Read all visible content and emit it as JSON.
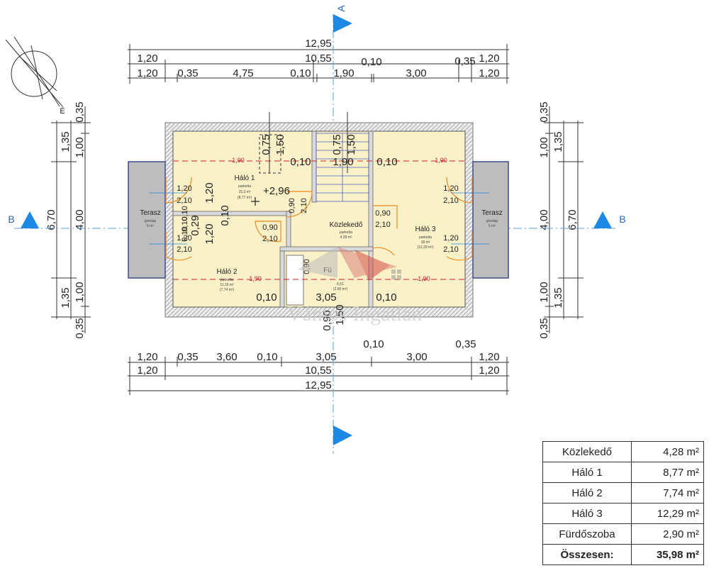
{
  "dimensions": {
    "top_total": "12,95",
    "top_row2": [
      "1,20",
      "10,55",
      "0,10",
      "0,35",
      "1,20"
    ],
    "top_row3": [
      "1,20",
      "0,35",
      "4,75",
      "0,10",
      "1,90",
      "3,00",
      "1,20"
    ],
    "bottom_row1": [
      "0,10",
      "0,35"
    ],
    "bottom_row2": [
      "1,20",
      "0,35",
      "3,60",
      "0,10",
      "3,05",
      "3,00",
      "1,20"
    ],
    "bottom_row3": [
      "1,20",
      "10,55",
      "1,20"
    ],
    "bottom_total": "12,95",
    "left_outer": [
      "1,35",
      "6,70",
      "1,35"
    ],
    "left_mid": [
      "1,00",
      "4,00",
      "1,00"
    ],
    "left_inner": [
      "0,35",
      "0,35"
    ],
    "right_mid": [
      "1,00",
      "4,00",
      "1,00"
    ],
    "right_outer": [
      "1,35",
      "6,70",
      "1,35"
    ],
    "right_inner": [
      "0,35",
      "0,35"
    ]
  },
  "section_marks": {
    "vertical": "A",
    "horizontal": "B"
  },
  "north_mark": "É",
  "rooms": {
    "halo1": {
      "name": "Háló 1",
      "floor": "parketta",
      "area": "15,3 m²",
      "area2": "(8,77 m²)"
    },
    "halo2": {
      "name": "Háló 2",
      "floor": "parketta",
      "area": "11,16 m²",
      "area2": "(7,74 m²)"
    },
    "halo3": {
      "name": "Háló 3",
      "floor": "parketta",
      "area": "18 m²",
      "area2": "(12,29 m²)"
    },
    "kozlekedo": {
      "name": "Közlekedő",
      "floor": "parketta",
      "area": "4,28 m²"
    },
    "furdo": {
      "name": "Fü",
      "area": "5,51",
      "area2": "(2,90 m²)"
    },
    "terasz_left": {
      "name": "Terasz",
      "floor": "greslap",
      "area": "5 m²"
    },
    "terasz_right": {
      "name": "Terasz",
      "floor": "greslap",
      "area": "5 m²"
    }
  },
  "level": "+2,96",
  "red_marks": [
    "1,90",
    "1,90",
    "1,90",
    "1,90"
  ],
  "plan_labels": {
    "l1": "0,75",
    "l2": "1,50",
    "l3": "0,10",
    "l4": "0,75",
    "l5": "1,90",
    "l6": "1,50",
    "l7": "0,10",
    "l8": "1,20",
    "l9": "1,20",
    "l10": "0,10",
    "l11": "0,29",
    "l12": "0,90",
    "l13": "2,10",
    "l14": "0,90",
    "l15": "2,10",
    "l16": "0,90",
    "l17": "2,10",
    "l18": "0,10",
    "l19": "3,05",
    "l20": "0,10",
    "l21": "1,50",
    "l22": "0,90",
    "door_labels": [
      "1,20",
      "2,10",
      "1,20",
      "2,10",
      "1,20",
      "2,10",
      "1,20",
      "2,10",
      "0,10",
      "0,10",
      "0,90",
      "0,10"
    ]
  },
  "watermark": "Vámos Ingatlan",
  "area_table": {
    "rows": [
      {
        "name": "Közlekedő",
        "value": "4,28 m²"
      },
      {
        "name": "Háló 1",
        "value": "8,77 m²"
      },
      {
        "name": "Háló 2",
        "value": "7,74 m²"
      },
      {
        "name": "Háló 3",
        "value": "12,29 m²"
      },
      {
        "name": "Fürdőszoba",
        "value": "2,90 m²"
      }
    ],
    "total": {
      "name": "Összesen:",
      "value": "35,98 m²"
    }
  },
  "colors": {
    "floor": "#fbf1c8",
    "wall": "#8f8f8f",
    "door": "#f28a1c",
    "terrace": "#bdbdbd",
    "section_arrow": "#1e88e5",
    "red_text": "#d21f2a"
  }
}
